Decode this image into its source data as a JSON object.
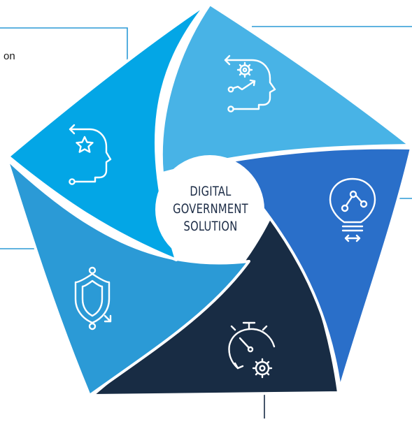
{
  "diagram": {
    "center_label_lines": [
      "DIGITAL",
      "GOVERNMENT",
      "SOLUTION"
    ],
    "partial_text_left": "on",
    "colors": {
      "segment_top_left": "#03a6e6",
      "segment_top_right": "#48b3e6",
      "segment_right": "#2a6fc9",
      "segment_bottom": "#182c44",
      "segment_left": "#2b9ad6",
      "center": "#ffffff",
      "connector_lines": "#2b9ad6",
      "icon_stroke": "#ffffff"
    },
    "segments": [
      {
        "id": "top-left",
        "icon": "head-star-icon"
      },
      {
        "id": "top-right",
        "icon": "head-gear-growth-icon"
      },
      {
        "id": "right",
        "icon": "lightbulb-network-icon"
      },
      {
        "id": "bottom",
        "icon": "stopwatch-gear-icon"
      },
      {
        "id": "left",
        "icon": "shield-icon"
      }
    ]
  }
}
